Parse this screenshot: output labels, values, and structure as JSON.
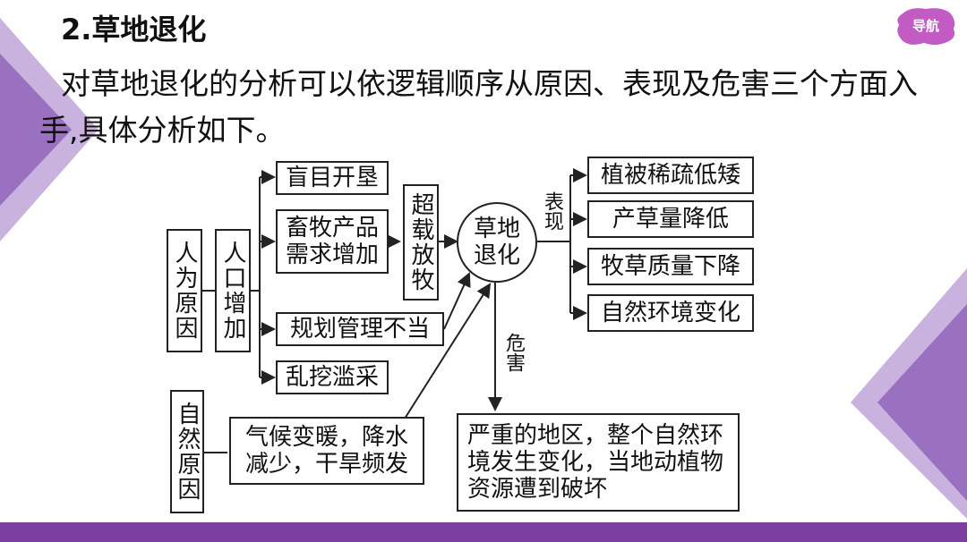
{
  "heading": "2.草地退化",
  "intro": "对草地退化的分析可以依逻辑顺序从原因、表现及危害三个方面入手,具体分析如下。",
  "nav_badge": "导航",
  "diagram": {
    "human_cause": "人为原因",
    "population": "人口增加",
    "reclaim": "盲目开垦",
    "demand": "畜牧产品需求增加",
    "overgrazing": "超载放牧",
    "planning": "规划管理不当",
    "digging": "乱挖滥采",
    "natural_cause": "自然原因",
    "climate": "气候变暖，降水减少，干旱频发",
    "center": "草地退化",
    "manifest_label": "表现",
    "harm_label": "危害",
    "effects": [
      "植被稀疏低矮",
      "产草量降低",
      "牧草质量下降",
      "自然环境变化"
    ],
    "harm": "严重的地区，整个自然环境发生变化，当地动植物资源遭到破坏"
  },
  "colors": {
    "accent": "#7a3fa0",
    "deco_light": "#c9b3de",
    "deco_dark": "#9a70c0",
    "badge": "#c25bc4"
  }
}
